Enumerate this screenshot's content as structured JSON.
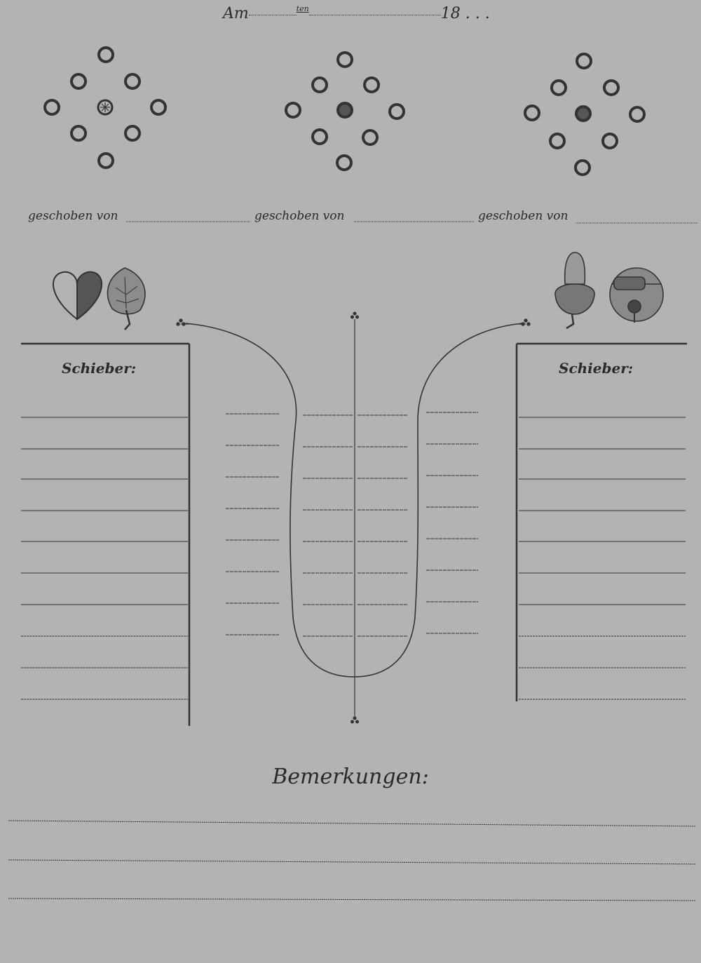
{
  "header": {
    "am_label": "Am",
    "ten_label": "ten",
    "year_label": "18 . . ."
  },
  "pins": {
    "pushers": [
      {
        "label": "geschoben von"
      },
      {
        "label": "geschoben von"
      },
      {
        "label": "geschoben von"
      }
    ]
  },
  "suits": {
    "left": [
      "heart-icon",
      "leaf-icon"
    ],
    "right": [
      "acorn-icon",
      "bell-icon"
    ]
  },
  "left_panel": {
    "title": "Schieber:"
  },
  "right_panel": {
    "title": "Schieber:"
  },
  "remarks": {
    "title": "Bemerkungen:"
  },
  "colors": {
    "paper": "#b3b3b3",
    "ink": "#2a2a2a"
  }
}
